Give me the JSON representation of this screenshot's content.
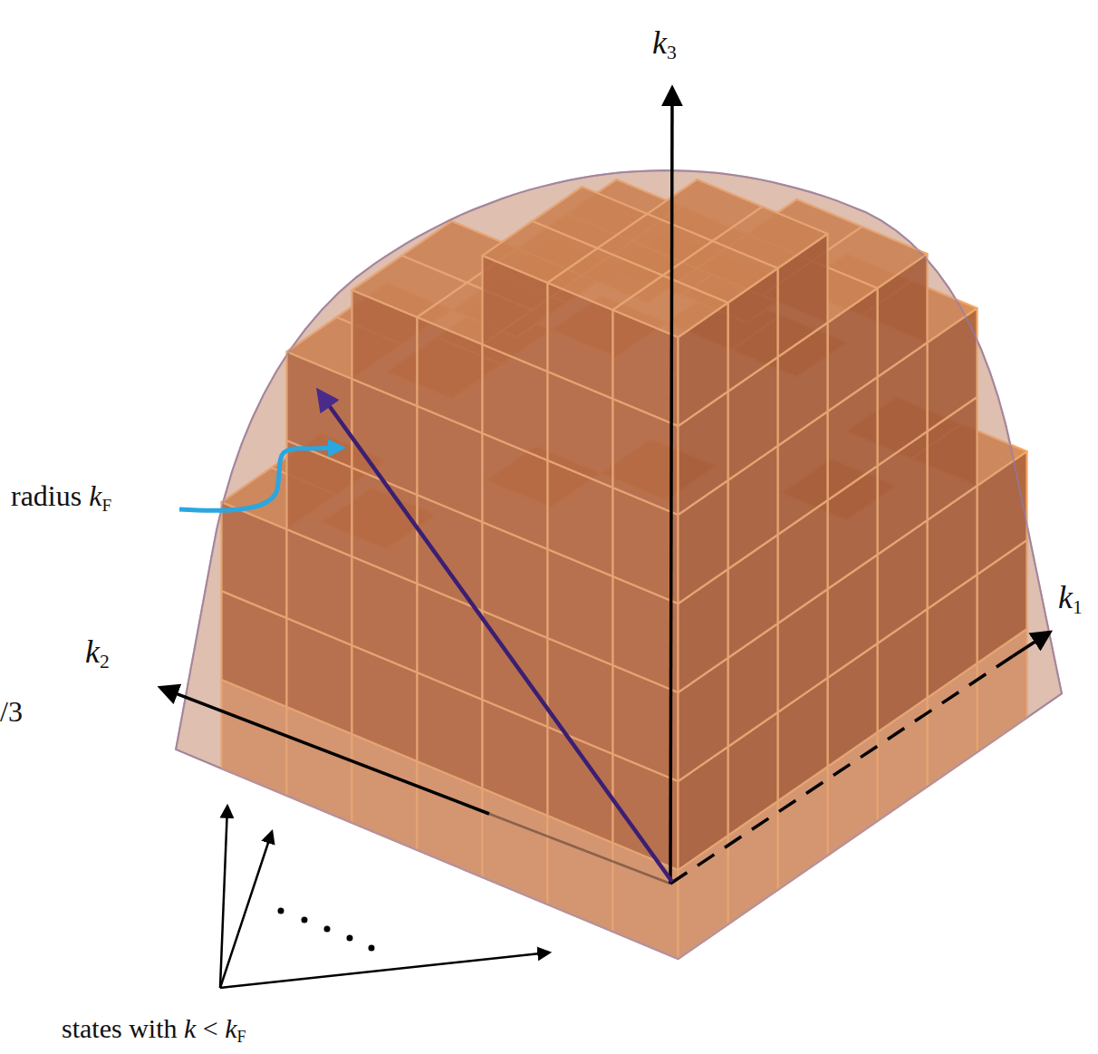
{
  "diagram": {
    "labels": [
      "k3",
      "radius kF",
      "k2",
      "k1",
      "/3",
      "states with k < kF"
    ]
  }
}
